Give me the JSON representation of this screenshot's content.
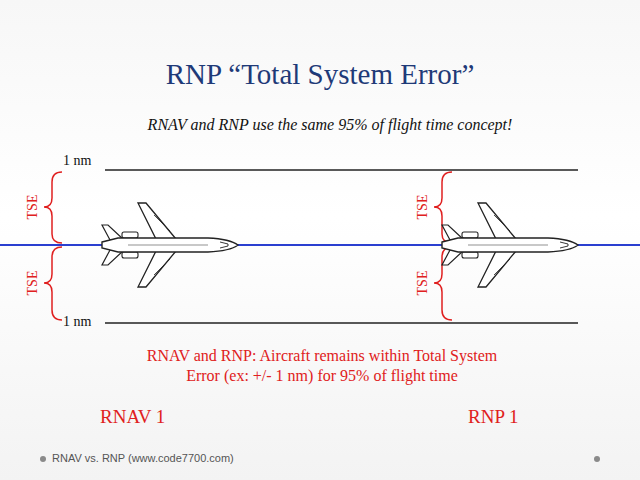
{
  "diagram": {
    "title": "RNP “Total System Error”",
    "labels": [
      "RNAV and RNP use the same 95% of flight time concept!",
      "1 nm",
      "1 nm",
      "TSE",
      "TSE",
      "TSE",
      "TSE",
      "RNAV and RNP: Aircraft remains within Total System Error (ex: +/- 1 nm) for 95% of flight time",
      "RNAV 1",
      "RNP 1",
      "RNAV vs. RNP (www.code7700.com)"
    ]
  }
}
